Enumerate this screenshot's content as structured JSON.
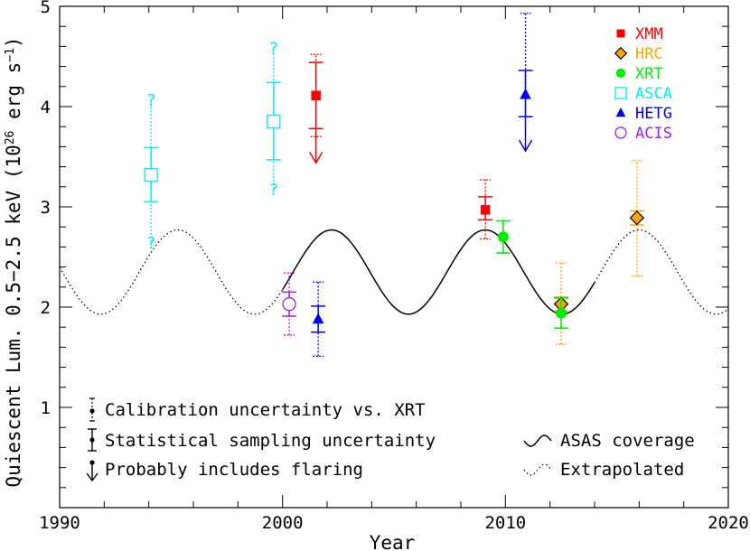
{
  "chart_data": {
    "type": "scatter",
    "xlabel": "Year",
    "ylabel_main": "Quiescent Lum. 0.5−2.5 keV (10",
    "ylabel_exp": "26",
    "ylabel_units": " erg s",
    "ylabel_inv": "−1",
    "ylabel_close": ")",
    "xlim": [
      1990,
      2020
    ],
    "ylim": [
      0,
      5
    ],
    "x_ticks": [
      1990,
      2000,
      2010,
      2020
    ],
    "x_tick_labels": [
      "1990",
      "2000",
      "2010",
      "2020"
    ],
    "y_ticks": [
      1,
      2,
      3,
      4,
      5
    ],
    "y_tick_labels": [
      "1",
      "2",
      "3",
      "4",
      "5"
    ],
    "grid": false,
    "legend_position": "top-right",
    "series": [
      {
        "name": "XMM",
        "color": "#ff0000",
        "marker": "filled-square",
        "points": [
          {
            "x": 2001.5,
            "y": 4.11,
            "stat_err": [
              3.78,
              4.44
            ],
            "cal_err": [
              3.7,
              4.52
            ],
            "flaring": true
          },
          {
            "x": 2009.1,
            "y": 2.97,
            "stat_err": [
              2.87,
              3.1
            ],
            "cal_err": [
              2.68,
              3.27
            ],
            "flaring": false
          }
        ]
      },
      {
        "name": "HRC",
        "color": "#ffa500",
        "marker": "diamond",
        "points": [
          {
            "x": 2012.5,
            "y": 2.03,
            "stat_err": [
              1.96,
              2.1
            ],
            "cal_err": [
              1.63,
              2.44
            ],
            "flaring": false
          },
          {
            "x": 2015.9,
            "y": 2.89,
            "stat_err": [
              2.82,
              2.96
            ],
            "cal_err": [
              2.31,
              3.46
            ],
            "flaring": false
          }
        ]
      },
      {
        "name": "XRT",
        "color": "#00ee00",
        "marker": "filled-circle",
        "points": [
          {
            "x": 2009.9,
            "y": 2.7,
            "stat_err": [
              2.54,
              2.86
            ],
            "cal_err": [
              2.54,
              2.86
            ],
            "flaring": false
          },
          {
            "x": 2012.5,
            "y": 1.94,
            "stat_err": [
              1.79,
              2.09
            ],
            "cal_err": [
              1.79,
              2.09
            ],
            "flaring": false
          }
        ]
      },
      {
        "name": "ASCA",
        "color": "#00eeee",
        "marker": "open-square",
        "points": [
          {
            "x": 1994.1,
            "y": 3.32,
            "stat_err": [
              3.05,
              3.59
            ],
            "cal_err": [
              2.65,
              4.07
            ],
            "flaring": false,
            "uncertain_cal": true
          },
          {
            "x": 1999.6,
            "y": 3.85,
            "stat_err": [
              3.47,
              4.24
            ],
            "cal_err": [
              3.18,
              4.59
            ],
            "flaring": false,
            "uncertain_cal": true
          }
        ]
      },
      {
        "name": "HETG",
        "color": "#0000ee",
        "marker": "filled-triangle",
        "points": [
          {
            "x": 2001.6,
            "y": 1.88,
            "stat_err": [
              1.75,
              2.01
            ],
            "cal_err": [
              1.51,
              2.25
            ],
            "flaring": false
          },
          {
            "x": 2010.9,
            "y": 4.12,
            "stat_err": [
              3.9,
              4.36
            ],
            "cal_err": [
              3.9,
              4.93
            ],
            "flaring": true
          }
        ]
      },
      {
        "name": "ACIS",
        "color": "#a020f0",
        "marker": "open-circle",
        "points": [
          {
            "x": 2000.3,
            "y": 2.03,
            "stat_err": [
              1.91,
              2.15
            ],
            "cal_err": [
              1.72,
              2.34
            ],
            "flaring": false
          }
        ]
      }
    ],
    "model_curve": {
      "name": "ASAS coverage",
      "extrapolated_name": "Extrapolated",
      "period_years": 6.9,
      "peak_year": 2002.2,
      "max": 2.77,
      "min": 1.93,
      "solid_range": [
        2000.0,
        2014.0
      ]
    },
    "notes": [
      {
        "key": "calibration",
        "text": "Calibration uncertainty vs. XRT"
      },
      {
        "key": "statistical",
        "text": "Statistical sampling uncertainty"
      },
      {
        "key": "flaring",
        "text": "Probably includes flaring"
      }
    ],
    "curve_legend": [
      {
        "key": "solid",
        "text": "ASAS coverage"
      },
      {
        "key": "dotted",
        "text": "Extrapolated"
      }
    ],
    "question_mark": "?"
  }
}
